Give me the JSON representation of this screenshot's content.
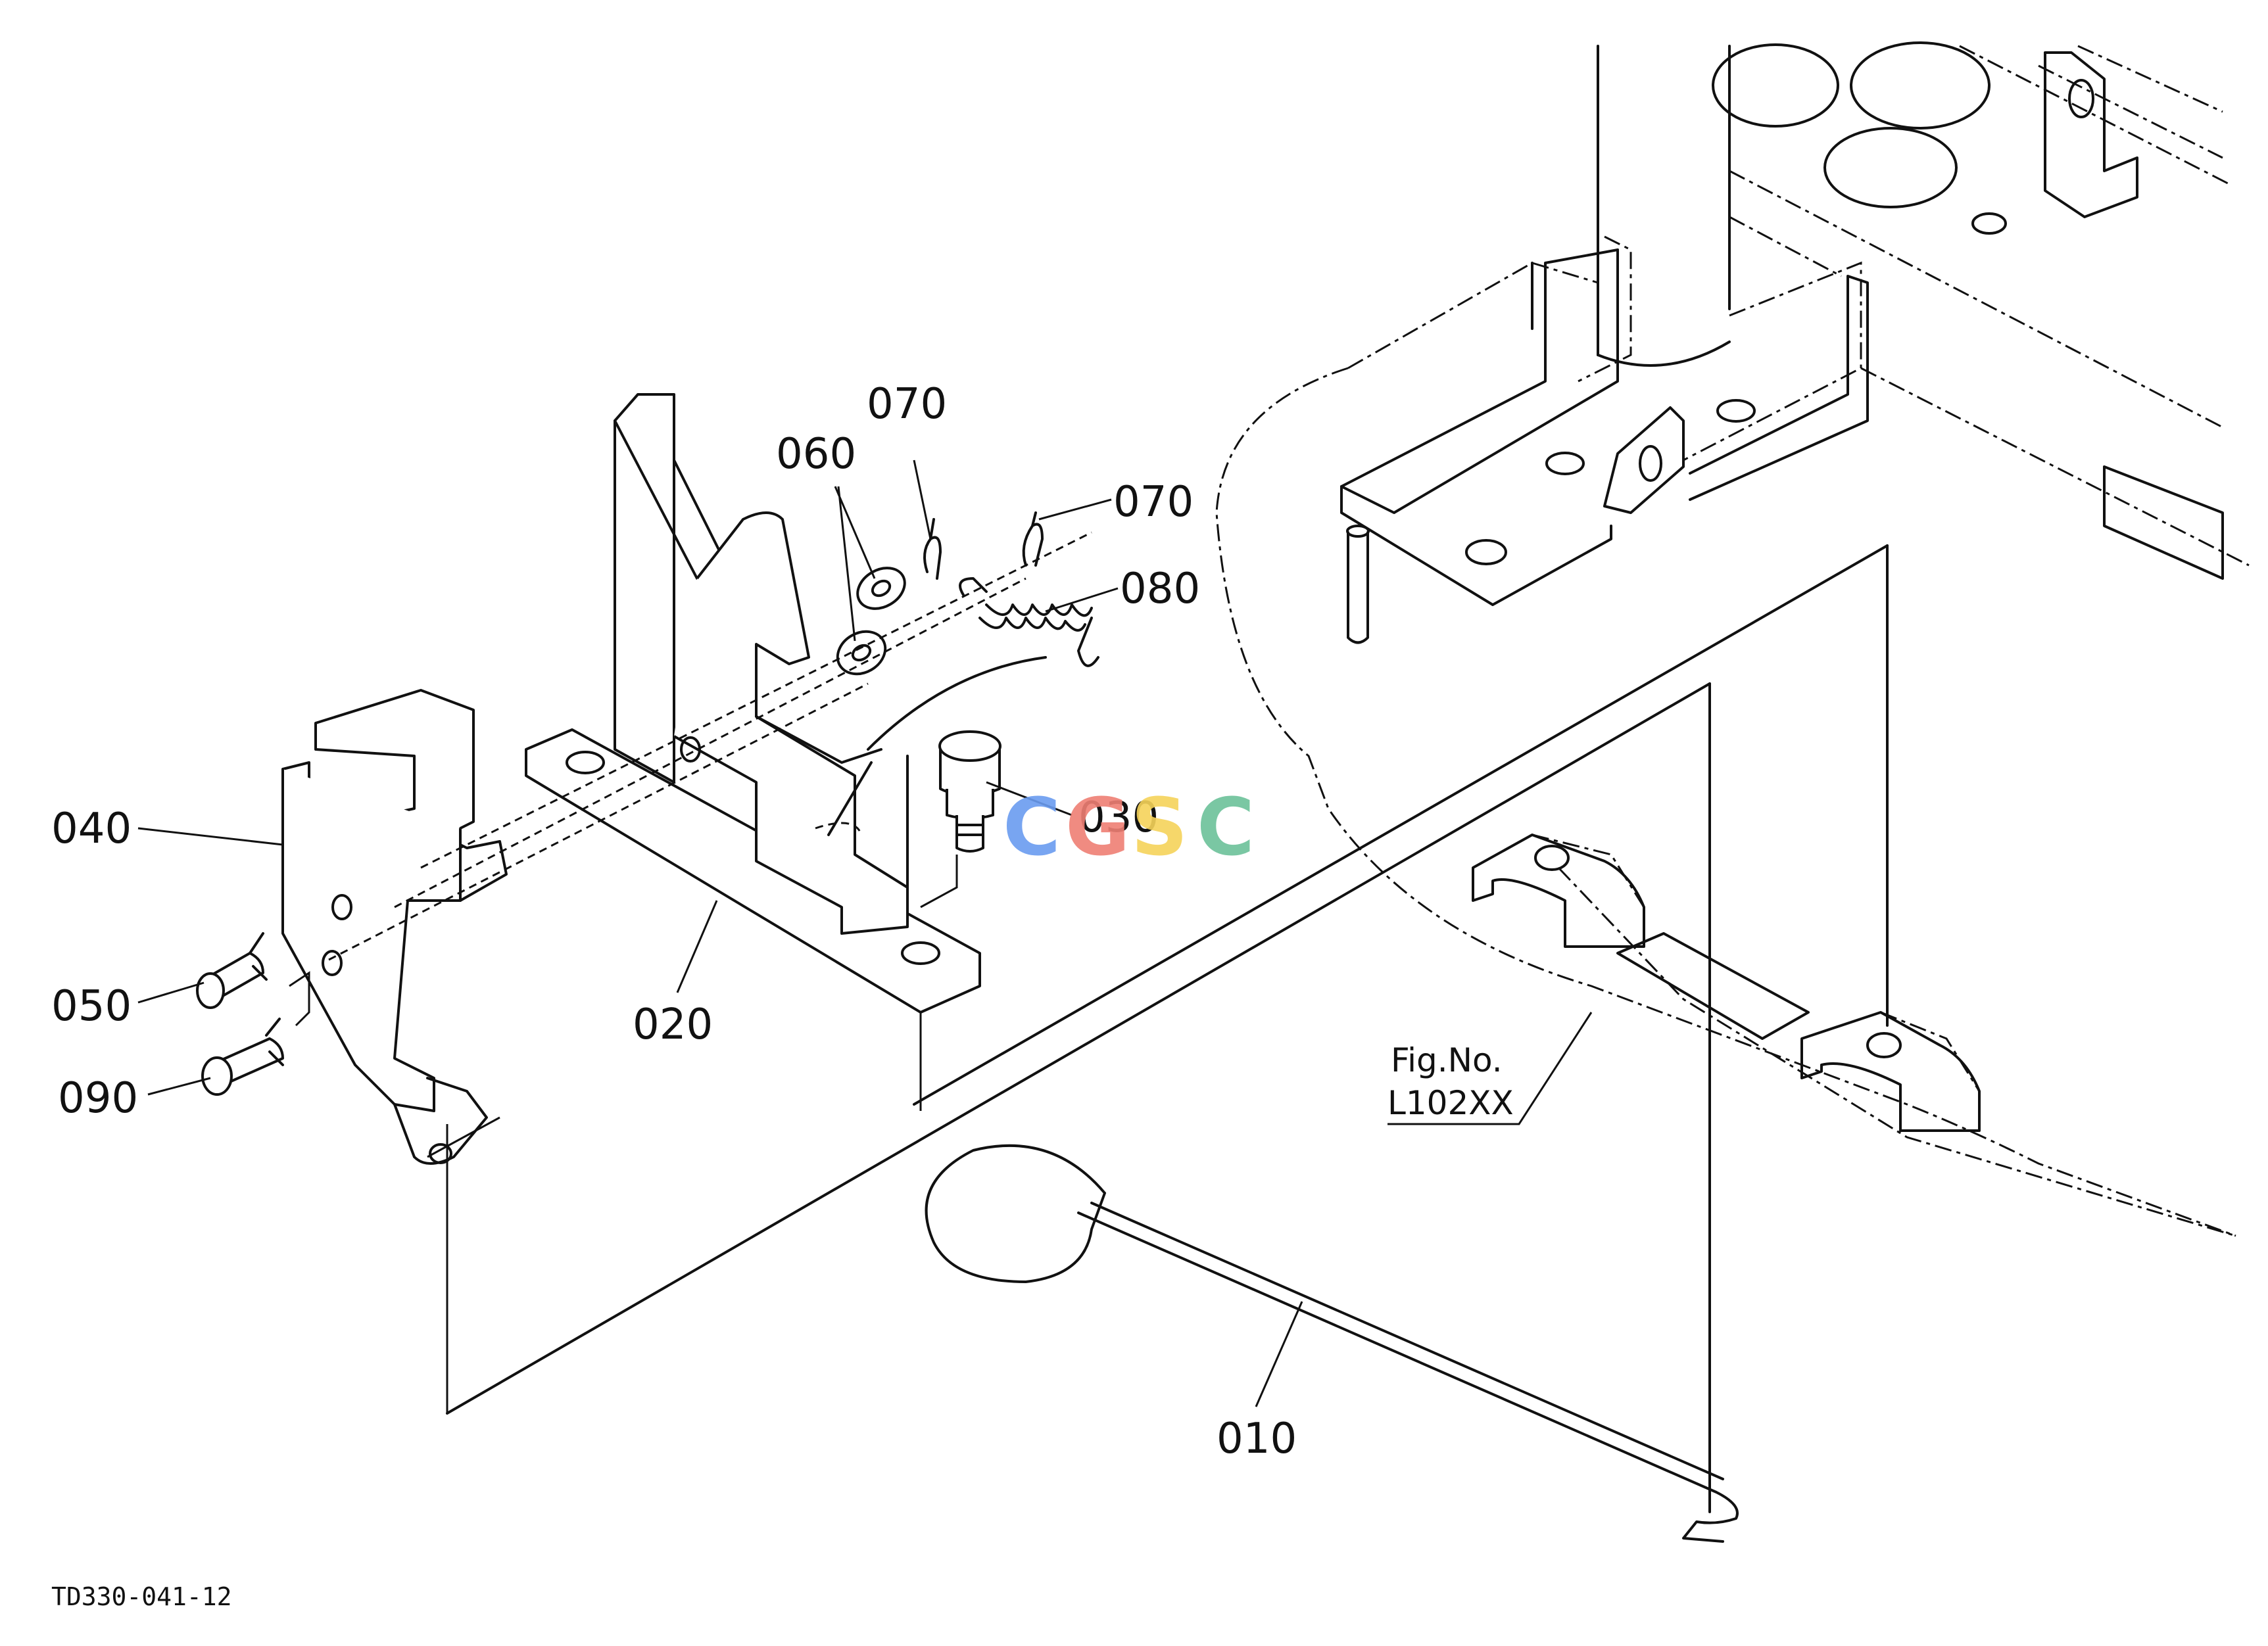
{
  "callouts": {
    "p010": "010",
    "p020": "020",
    "p030": "030",
    "p040": "040",
    "p050": "050",
    "p060": "060",
    "p070_a": "070",
    "p070_b": "070",
    "p080": "080",
    "p090": "090"
  },
  "figure_reference": {
    "line1": "Fig.No.",
    "line2": "L102XX"
  },
  "drawing_code": "TD330-041-12",
  "watermark": {
    "letters": [
      "C",
      "G",
      "S",
      "C"
    ],
    "colors": [
      "#6a9cf0",
      "#ef7f74",
      "#f6d35a",
      "#6cc29a"
    ]
  }
}
